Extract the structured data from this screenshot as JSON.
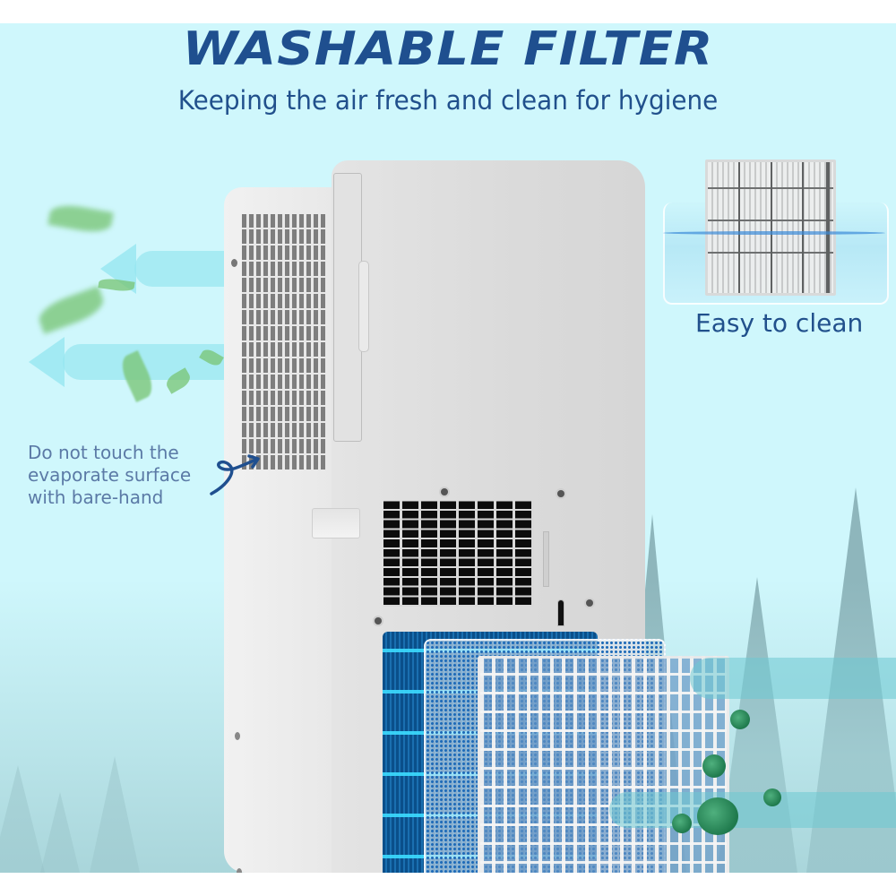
{
  "header": {
    "title": "WASHABLE FILTER",
    "subtitle": "Keeping the air fresh and clean for hygiene"
  },
  "callouts": {
    "warning_note": {
      "lines": [
        "Do not touch the",
        "evaporate surface",
        "with bare-hand"
      ]
    },
    "inset_caption": "Easy to clean"
  },
  "illustration": {
    "subject": "portable air conditioner rear view with removable filters",
    "elements": [
      "side-vent-grille",
      "rear-intake-grille",
      "blue-evaporator-filter",
      "honeycomb-mesh-filter",
      "white-grid-filter",
      "washing-filter-inset",
      "forest-fog-background",
      "green-leaves",
      "airflow-arrows",
      "green-germ-particles"
    ]
  },
  "colors": {
    "background": "#cff7fc",
    "title": "#1f4f8f",
    "text": "#21508c",
    "note_text": "#5b7aa6",
    "filter_blue": "#0a4f8a",
    "germ_green": "#1f7a4d"
  }
}
